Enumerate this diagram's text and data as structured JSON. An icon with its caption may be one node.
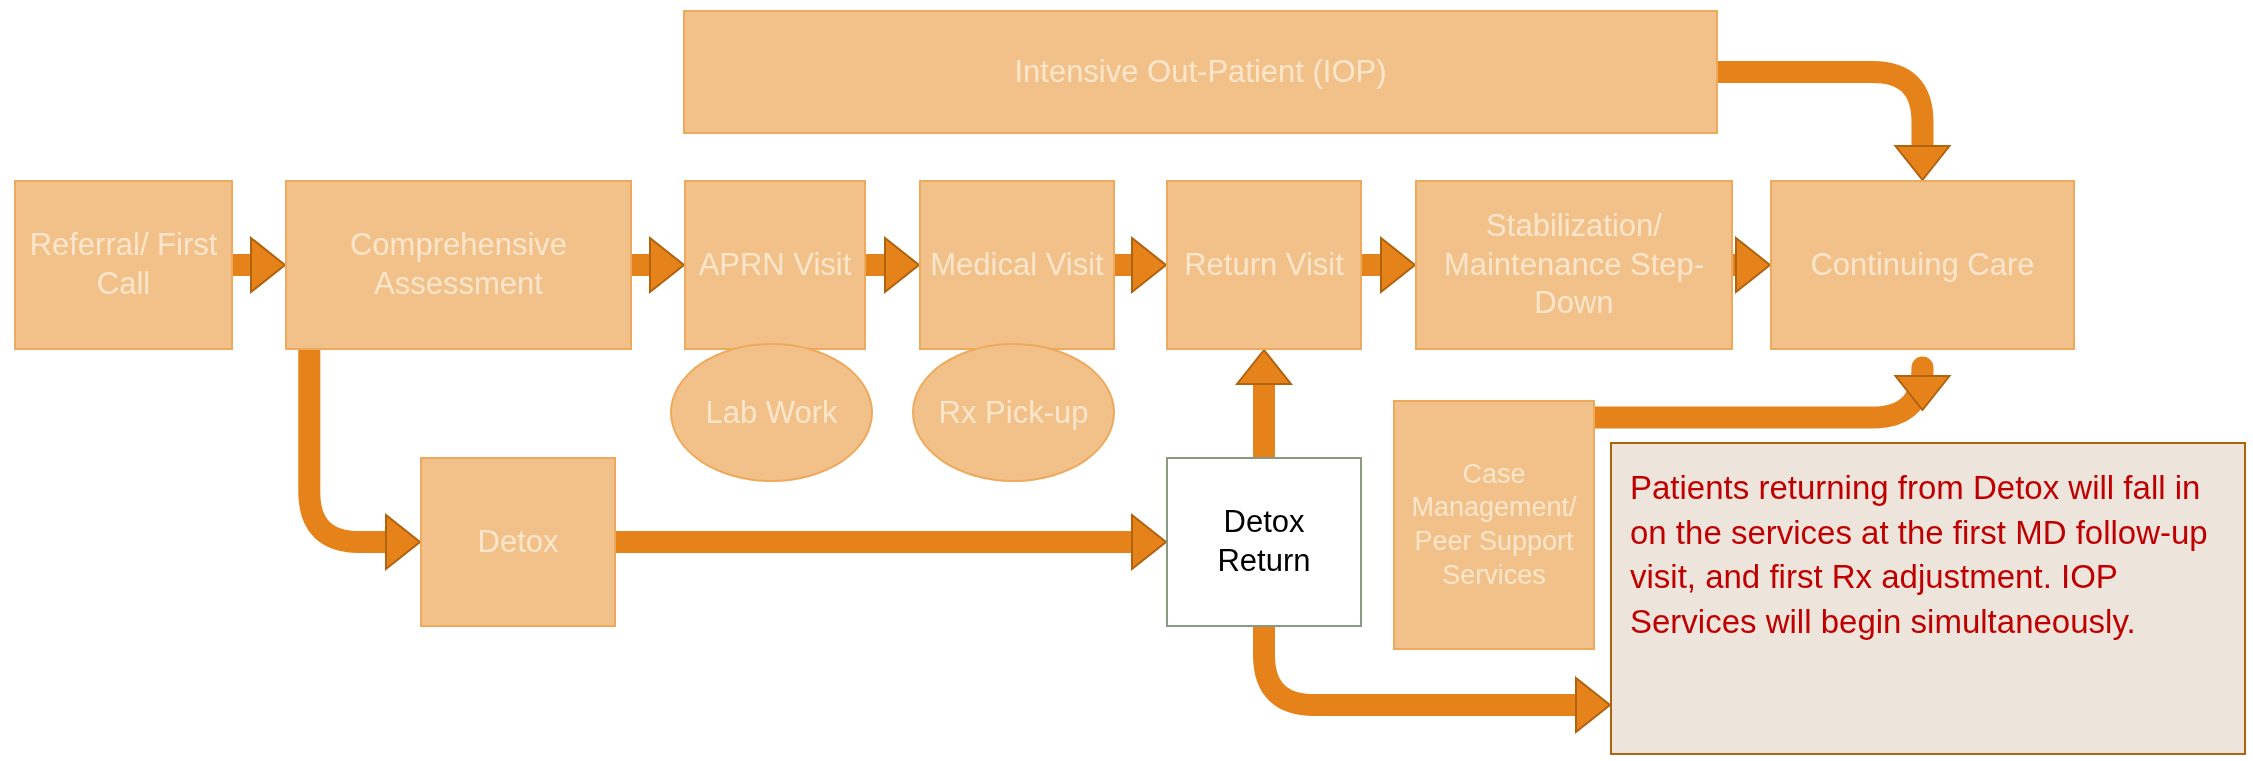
{
  "diagram": {
    "nodes": [
      {
        "text": [
          "Intensive Out-Patient (IOP)"
        ]
      },
      {
        "text": [
          "Referral/ First Call"
        ]
      },
      {
        "text": [
          "Comprehensive Assessment"
        ]
      },
      {
        "text": [
          "APRN Visit"
        ]
      },
      {
        "text": [
          "Medical Visit"
        ]
      },
      {
        "text": [
          "Return Visit"
        ]
      },
      {
        "text": [
          "Stabilization/ Maintenance Step-Down"
        ]
      },
      {
        "text": [
          "Continuing Care"
        ]
      },
      {
        "text": [
          "Lab Work"
        ]
      },
      {
        "text": [
          "Rx Pick-up"
        ]
      },
      {
        "text": [
          "Detox"
        ]
      },
      {
        "text": [
          "Detox Return"
        ]
      },
      {
        "text": [
          "Case Management/ Peer Support Services"
        ]
      },
      {
        "text": [
          "Patients returning from Detox will fall in on the services at the first MD follow-up visit, and first Rx adjustment. IOP Services will begin simultaneously."
        ]
      }
    ],
    "edges": [
      {
        "from": 1,
        "to": 2,
        "arrow": "to"
      },
      {
        "from": 2,
        "to": 3,
        "arrow": "to"
      },
      {
        "from": 3,
        "to": 4,
        "arrow": "to"
      },
      {
        "from": 4,
        "to": 5,
        "arrow": "to"
      },
      {
        "from": 5,
        "to": 6,
        "arrow": "to"
      },
      {
        "from": 6,
        "to": 7,
        "arrow": "to"
      },
      {
        "from": 0,
        "to": 7,
        "arrow": "to"
      },
      {
        "from": 2,
        "to": 10,
        "arrow": "to"
      },
      {
        "from": 10,
        "to": 11,
        "arrow": "to"
      },
      {
        "from": 11,
        "to": 5,
        "arrow": "to"
      },
      {
        "from": 12,
        "to": 7,
        "arrow": "to"
      },
      {
        "from": 11,
        "to": 13,
        "arrow": "to"
      }
    ]
  }
}
